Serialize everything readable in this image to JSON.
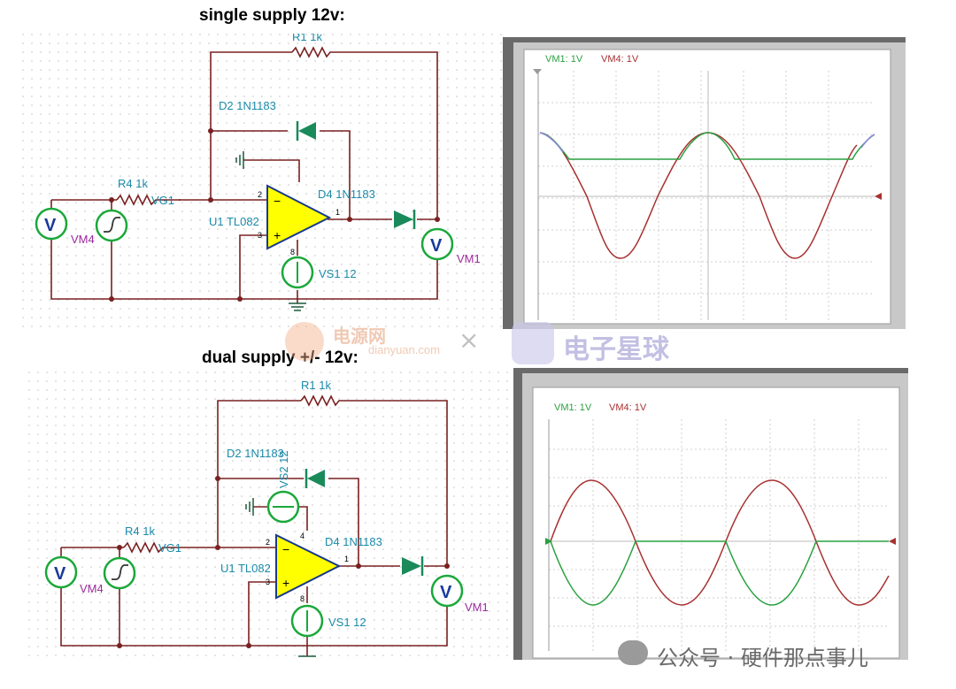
{
  "titles": {
    "single": "single supply 12v:",
    "dual": "dual supply +/- 12v:"
  },
  "schematic_top": {
    "r1": "R1 1k",
    "d2": "D2 1N1183",
    "d4": "D4 1N1183",
    "r4": "R4 1k",
    "vg1": "VG1",
    "u1": "U1 TL082",
    "vs1": "VS1 12",
    "vm4": "VM4",
    "vm1": "VM1",
    "pin2": "2",
    "pin3": "3",
    "pin1": "1",
    "pin8": "8",
    "meter_glyph": "V"
  },
  "schematic_bottom": {
    "r1": "R1 1k",
    "d2": "D2 1N1183",
    "vs2": "VS2 12",
    "d4": "D4 1N1183",
    "r4": "R4 1k",
    "vg1": "VG1",
    "u1": "U1 TL082",
    "vs1": "VS1 12",
    "vm4": "VM4",
    "vm1": "VM1",
    "pin2": "2",
    "pin3": "3",
    "pin1": "1",
    "pin8": "8",
    "pin4": "4",
    "meter_glyph": "V"
  },
  "scope_top": {
    "legend_vm1": "VM1: 1V",
    "legend_vm4": "VM4: 1V"
  },
  "scope_bottom": {
    "legend_vm1": "VM1: 1V",
    "legend_vm4": "VM4: 1V"
  },
  "watermarks": {
    "site_cn": "电源网",
    "site_url": "dianyuan.com",
    "times": "×",
    "planet": "电子星球",
    "wechat": "公众号 · 硬件那点事儿"
  },
  "colors": {
    "wire": "#7a2020",
    "label": "#1a8aa8",
    "purple": "#9a2a9a",
    "opamp": "#ffff00",
    "meter": "#1aa83a",
    "red_trace": "#a83030",
    "green_trace": "#2aa040",
    "grid": "#d0d0d0"
  }
}
